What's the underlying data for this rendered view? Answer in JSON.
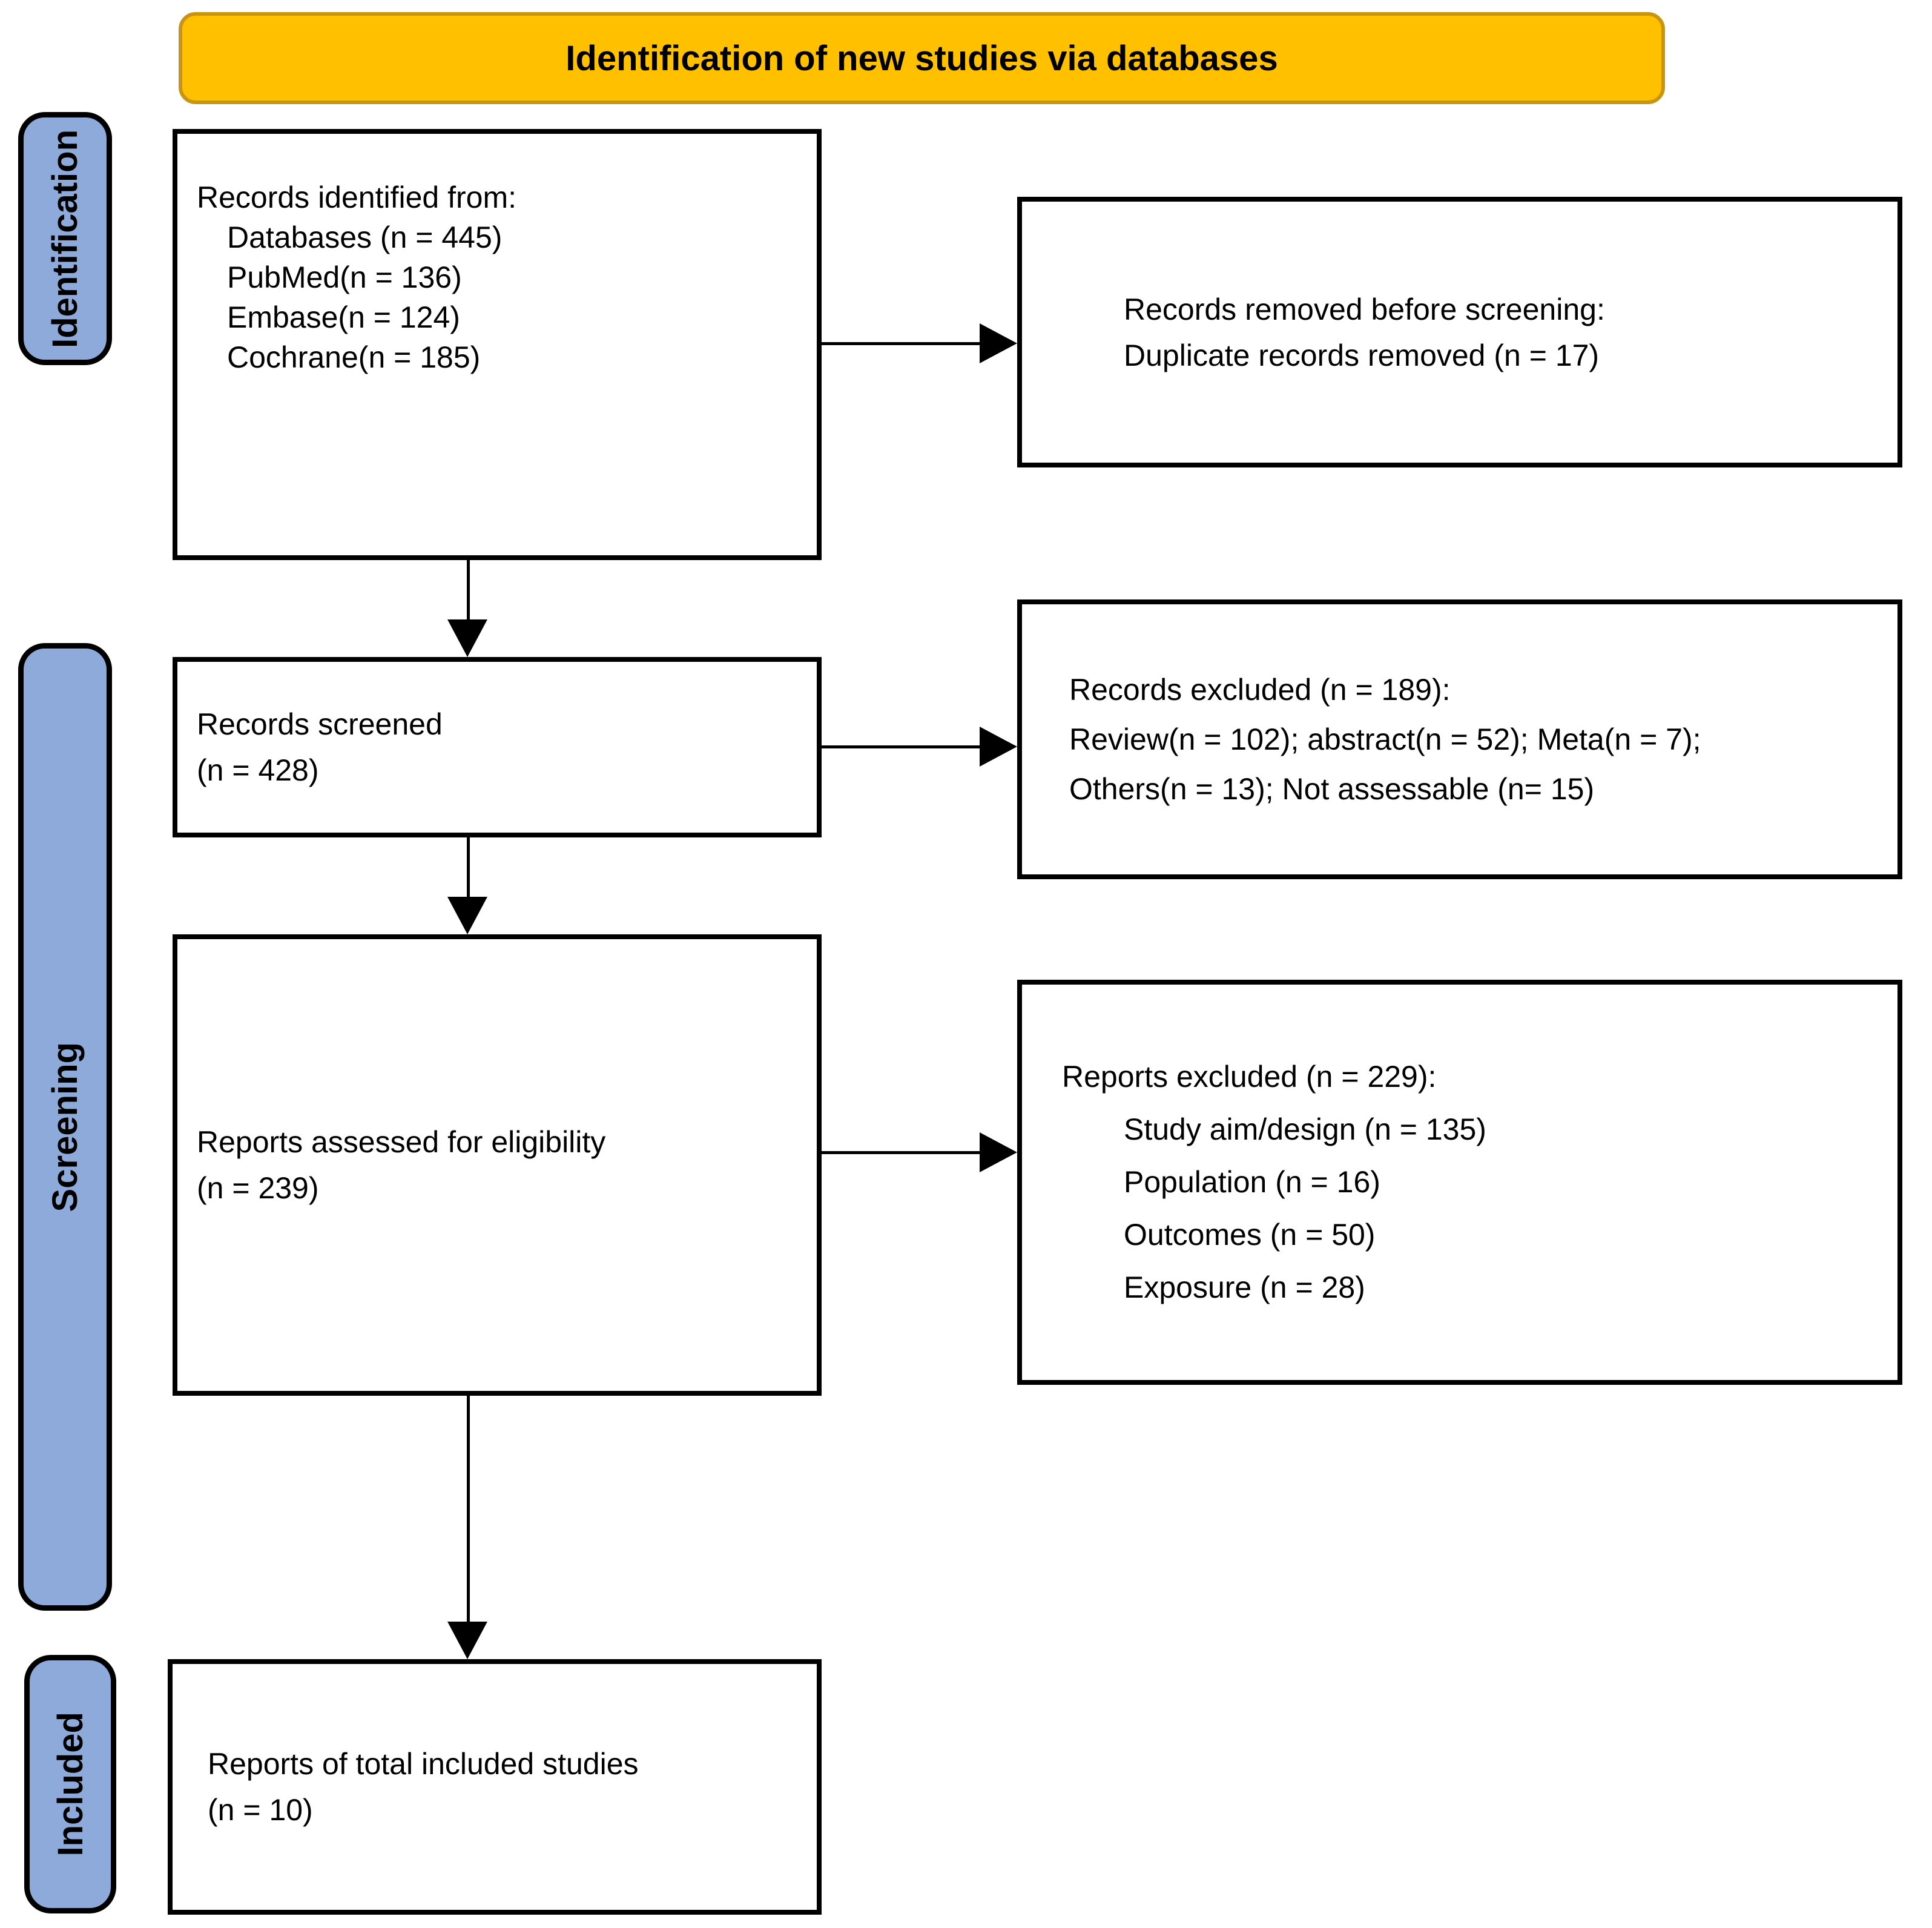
{
  "banner": {
    "title": "Identification of new studies via databases"
  },
  "stages": {
    "identification": "Identification",
    "screening": "Screening",
    "included": "Included"
  },
  "colors": {
    "banner_bg": "#FFC000",
    "stage_bg": "#8EAADB",
    "line": "#000000",
    "box_bg": "#FFFFFF"
  },
  "boxes": {
    "records_identified": {
      "lines": [
        "Records identified from:",
        "Databases (n = 445)",
        "PubMed(n = 136)",
        "Embase(n = 124)",
        "Cochrane(n = 185)"
      ]
    },
    "records_removed": {
      "lines": [
        "Records removed before screening:",
        "Duplicate records removed  (n = 17)"
      ]
    },
    "records_screened": {
      "lines": [
        "Records screened",
        "(n = 428)"
      ]
    },
    "records_excluded": {
      "lines": [
        "Records excluded (n = 189):",
        "Review(n = 102); abstract(n = 52); Meta(n = 7);",
        "Others(n = 13); Not assessable (n= 15)"
      ]
    },
    "reports_assessed": {
      "lines": [
        "Reports assessed for eligibility",
        "(n = 239)"
      ]
    },
    "reports_excluded": {
      "lines": [
        "Reports excluded (n = 229):",
        "Study aim/design (n = 135)",
        "Population (n = 16)",
        "Outcomes (n = 50)",
        "Exposure (n = 28)"
      ]
    },
    "reports_included": {
      "lines": [
        "Reports of total included studies",
        "(n = 10)"
      ]
    }
  }
}
